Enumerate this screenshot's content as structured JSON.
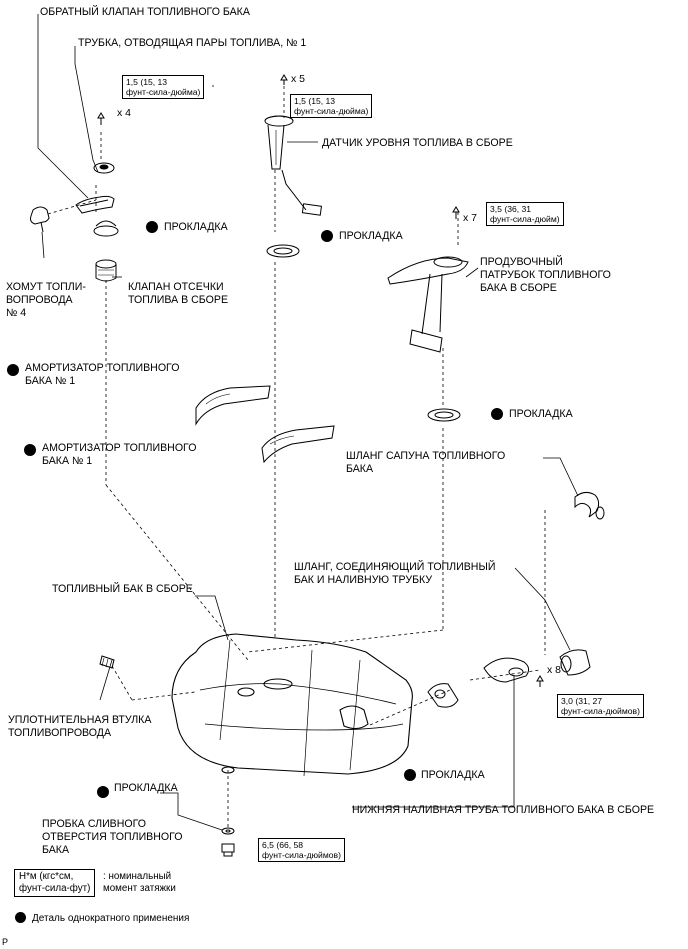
{
  "labels": {
    "check_valve": "ОБРАТНЫЙ КЛАПАН ТОПЛИВНОГО БАКА",
    "vapor_tube": "ТРУБКА, ОТВОДЯЩАЯ ПАРЫ ТОПЛИВА, № 1",
    "sender_gauge": "ДАТЧИК УРОВНЯ ТОПЛИВА В СБОРЕ",
    "gasket_1": "ПРОКЛАДКА",
    "gasket_2": "ПРОКЛАДКА",
    "gasket_3": "ПРОКЛАДКА",
    "gasket_4": "ПРОКЛАДКА",
    "gasket_5": "ПРОКЛАДКА",
    "clamp": "ХОМУТ ТОПЛИ-\nВОПРОВОДА\n№ 4",
    "cutoff_valve": "КЛАПАН ОТСЕЧКИ\nТОПЛИВА В СБОРЕ",
    "vent_tube": "ПРОДУВОЧНЫЙ\nПАТРУБОК ТОПЛИВНОГО\nБАКА В СБОРЕ",
    "cushion_1": "АМОРТИЗАТОР ТОПЛИВНОГО\nБАКА № 1",
    "cushion_2": "АМОРТИЗАТОР ТОПЛИВНОГО\nБАКА № 1",
    "breather_hose": "ШЛАНГ САПУНА ТОПЛИВНОГО\nБАКА",
    "filler_hose": "ШЛАНГ, СОЕДИНЯЮЩИЙ ТОПЛИВНЫЙ\nБАК И НАЛИВНУЮ ТРУБКУ",
    "tank_assy": "ТОПЛИВНЫЙ БАК В СБОРЕ",
    "grommet": "УПЛОТНИТЕЛЬНАЯ ВТУЛКА\nТОПЛИВОПРОВОДА",
    "lower_filler": "НИЖНЯЯ НАЛИВНАЯ ТРУБА ТОПЛИВНОГО БАКА В СБОРЕ",
    "drain_plug": "ПРОБКА СЛИВНОГО\nОТВЕРСТИЯ ТОПЛИВНОГО\nБАКА"
  },
  "counts": {
    "x4": "x 4",
    "x5": "x 5",
    "x7": "x 7",
    "x8": "x 8"
  },
  "torques": {
    "t1": "1,5 (15, 13\nфунт-сила-дюйма)",
    "t2": "1,5 (15, 13\nфунт-сила-дюйма)",
    "t3": "3,5 (36, 31\nфунт-сила-дюйм)",
    "t4": "3,0 (31, 27\nфунт-сила-дюймов)",
    "t5": "6,5 (66, 58\nфунт-сила-дюймов)"
  },
  "legend": {
    "unit_box": "Н*м (кгс*см,\nфунт-сила-фут)",
    "unit_desc": ": номинальный\nмомент затяжки",
    "non_reusable": "Деталь однократного применения"
  },
  "corner_mark": "P"
}
